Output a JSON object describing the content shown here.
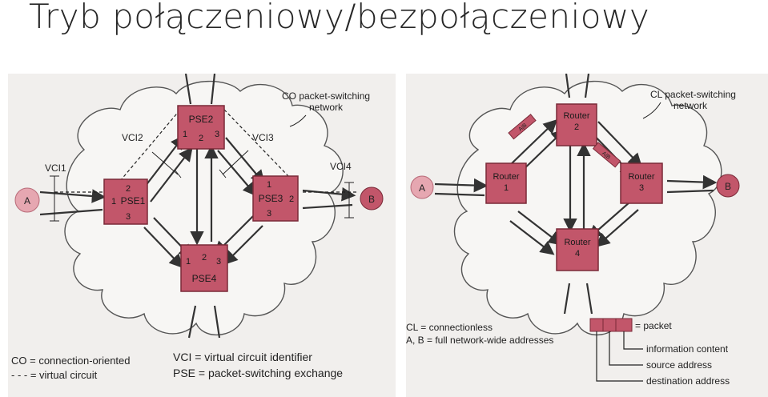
{
  "title": "Tryb połączeniowy/bezpołączeniowy",
  "colors": {
    "node_fill": "#c2566a",
    "node_stroke": "#7a2a38",
    "cloud": "#555555",
    "arrow": "#333333",
    "panel_bg": "#f1efed"
  },
  "left": {
    "cloud_label_1": "CO packet-switching",
    "cloud_label_2": "network",
    "pse1": {
      "name": "PSE1",
      "ports": [
        "1",
        "2",
        "3"
      ]
    },
    "pse2": {
      "name": "PSE2",
      "ports": [
        "1",
        "2",
        "3"
      ]
    },
    "pse3": {
      "name": "PSE3",
      "ports": [
        "1",
        "2",
        "3"
      ]
    },
    "pse4": {
      "name": "PSE4",
      "ports": [
        "1",
        "2",
        "3"
      ]
    },
    "host_a": "A",
    "host_b": "B",
    "vci1": "VCI1",
    "vci2": "VCI2",
    "vci3": "VCI3",
    "vci4": "VCI4",
    "legend": {
      "co": "CO = connection-oriented",
      "vc": "- - - = virtual circuit",
      "vci": "VCI = virtual circuit identifier",
      "pse": "PSE = packet-switching exchange"
    }
  },
  "right": {
    "cloud_label_1": "CL packet-switching",
    "cloud_label_2": "network",
    "router1": {
      "line1": "Router",
      "line2": "1"
    },
    "router2": {
      "line1": "Router",
      "line2": "2"
    },
    "router3": {
      "line1": "Router",
      "line2": "3"
    },
    "router4": {
      "line1": "Router",
      "line2": "4"
    },
    "host_a": "A",
    "host_b": "B",
    "packet_tag_1": "A|B",
    "packet_tag_2": "A|B",
    "legend": {
      "cl": "CL = connectionless",
      "ab": "A, B = full network-wide addresses",
      "packet": "= packet",
      "info": "information content",
      "src": "source address",
      "dst": "destination address"
    }
  }
}
